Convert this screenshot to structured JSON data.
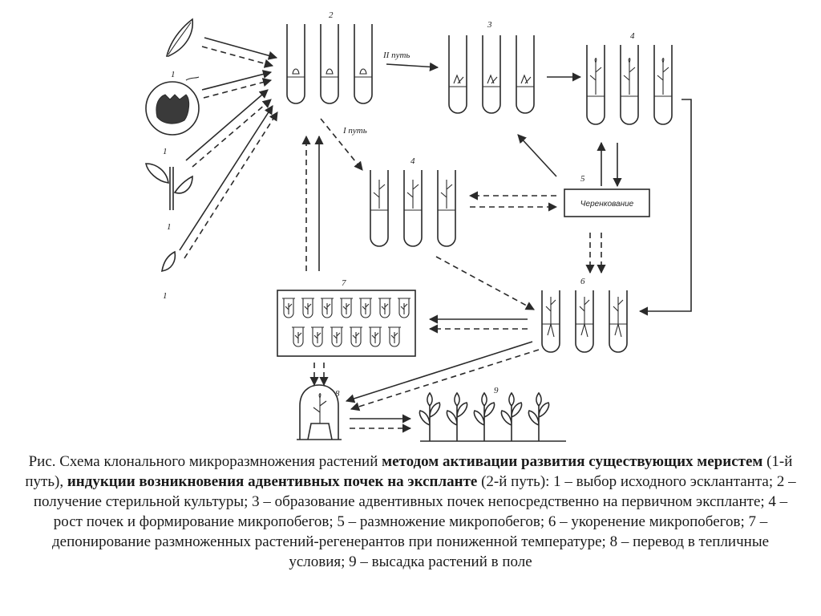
{
  "diagram": {
    "labels": {
      "n1a": "1",
      "n1b": "1",
      "n1c": "1",
      "n1d": "1",
      "n2": "2",
      "n3": "3",
      "n4a": "4",
      "n4b": "4",
      "n5": "5",
      "n6": "6",
      "n7": "7",
      "n8": "8",
      "n9": "9",
      "path2": "II путь",
      "path1": "I путь",
      "box5": "Черенкование"
    }
  },
  "caption": {
    "p1": "Рис. Схема клонального микроразмножения растений ",
    "b1": "методом активации развития существующих меристем",
    "p2": " (1-й путь), ",
    "b2": "индукции возникновения адвентивных почек на эксплантe",
    "p3": " (2-й путь): 1 – выбор исходного эсклантанта; 2 – получение стерильной культуры; 3 – образование адвентивных почек непосредственно на первичном экспланте; 4 – рост почек и формирование микропобегов; 5 – размножение микропобегов; 6 –    укоренение микропобегов; 7 – депонирование размноженных растений-регенерантов при пониженной температуре; 8 – перевод в тепличные условия; 9 – высадка растений в поле"
  }
}
